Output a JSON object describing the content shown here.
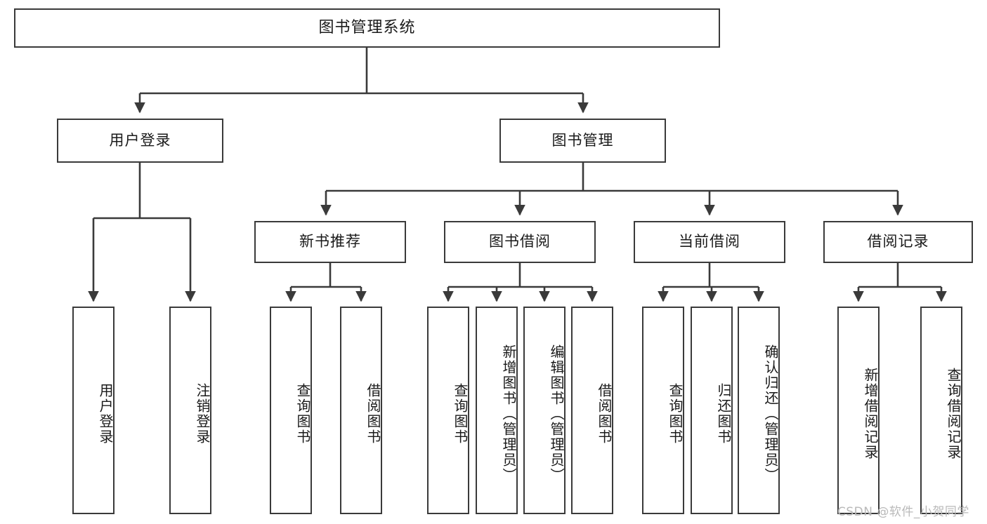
{
  "diagram": {
    "title": "图书管理系统",
    "type": "tree",
    "root": {
      "label": "图书管理系统"
    },
    "level1": [
      {
        "label": "用户登录"
      },
      {
        "label": "图书管理"
      }
    ],
    "level2": [
      {
        "label": "新书推荐"
      },
      {
        "label": "图书借阅"
      },
      {
        "label": "当前借阅"
      },
      {
        "label": "借阅记录"
      }
    ],
    "leaves": {
      "user_login": [
        {
          "label": "用户登录"
        },
        {
          "label": "注销登录"
        }
      ],
      "new_book_recommend": [
        {
          "label": "查询图书"
        },
        {
          "label": "借阅图书"
        }
      ],
      "book_borrow": [
        {
          "label": "查询图书"
        },
        {
          "label": "新增图书（管理员）"
        },
        {
          "label": "编辑图书（管理员）"
        },
        {
          "label": "借阅图书"
        }
      ],
      "current_borrow": [
        {
          "label": "查询图书"
        },
        {
          "label": "归还图书"
        },
        {
          "label": "确认归还（管理员）"
        }
      ],
      "borrow_record": [
        {
          "label": "新增借阅记录"
        },
        {
          "label": "查询借阅记录"
        }
      ]
    },
    "colors": {
      "stroke": "#3a3a3a",
      "fill": "#ffffff",
      "text": "#1a1a1a",
      "watermark": "#b9b9b9"
    }
  },
  "watermark": {
    "text": "CSDN @软件_小贺同学"
  }
}
